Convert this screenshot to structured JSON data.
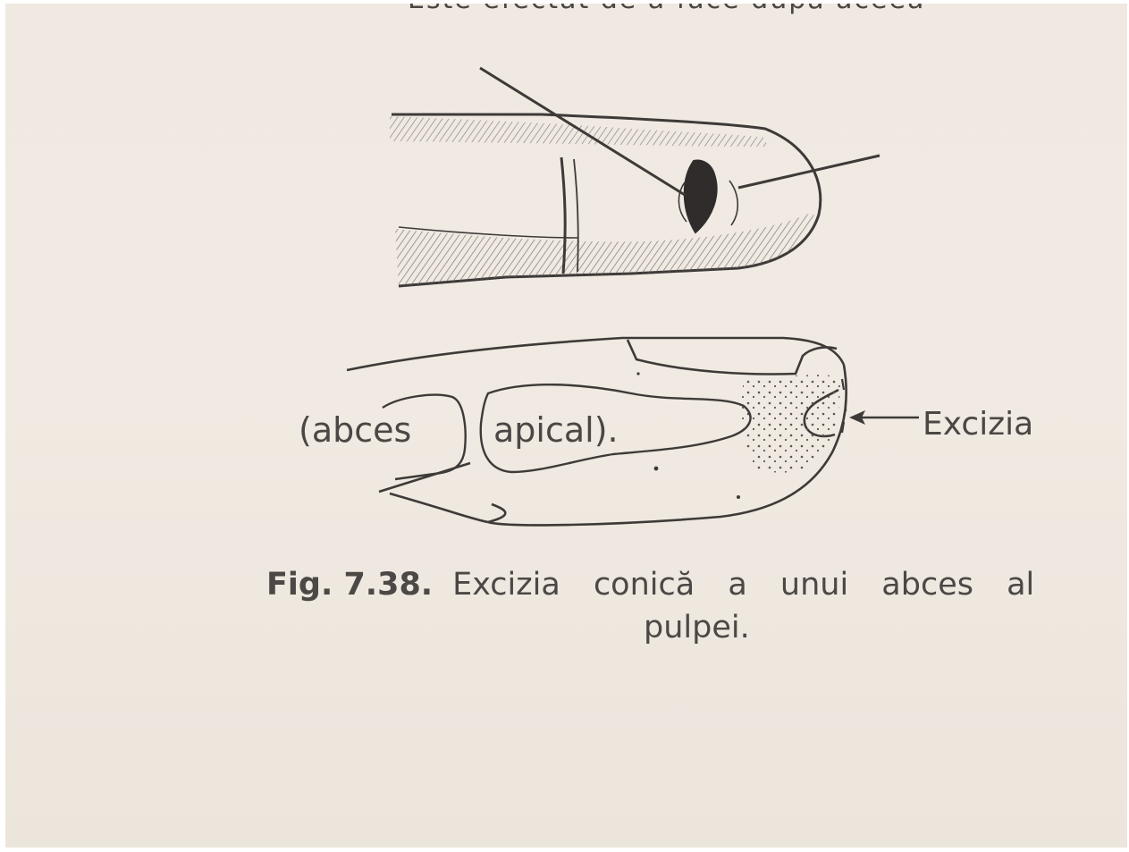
{
  "top_cut_text": "Este efectat de a face după aceea",
  "figure": {
    "labels": {
      "left": "(abces",
      "middle": "apical).",
      "arrow": "Excizia"
    }
  },
  "caption": {
    "number": "Fig. 7.38.",
    "line1": "Excizia conică a unui abces al",
    "line2": "pulpei."
  },
  "colors": {
    "paper": "#efe9e1",
    "ink": "#4b4744"
  }
}
